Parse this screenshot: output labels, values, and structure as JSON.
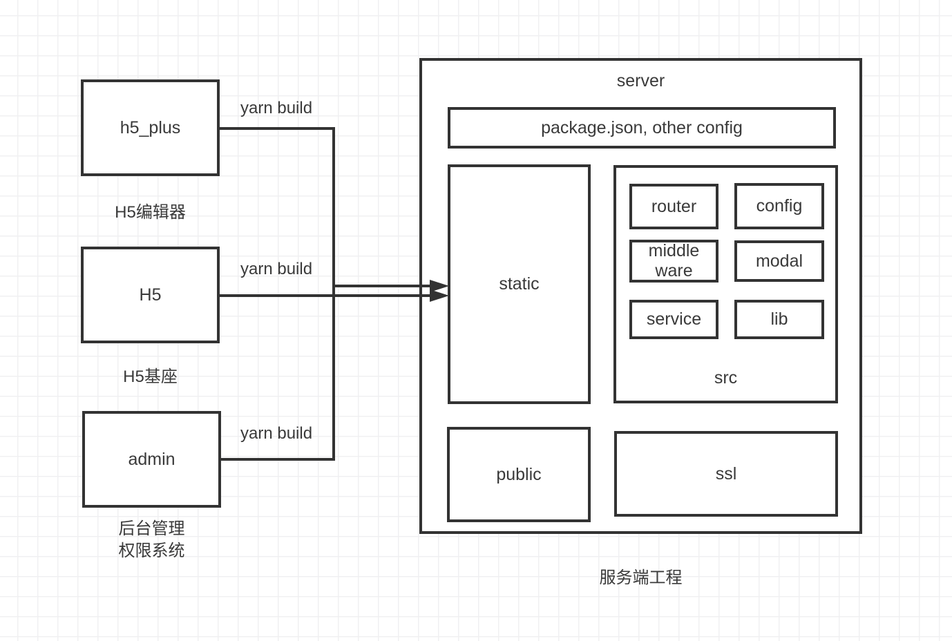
{
  "colors": {
    "background": "#ffffff",
    "grid_line": "#f0f0f2",
    "shape_border": "#333333",
    "text": "#3a3a3a"
  },
  "left_column": {
    "h5_plus": {
      "label": "h5_plus",
      "caption": "H5编辑器",
      "edge_label": "yarn build"
    },
    "h5": {
      "label": "H5",
      "caption": "H5基座",
      "edge_label": "yarn build"
    },
    "admin": {
      "label": "admin",
      "caption_line1": "后台管理",
      "caption_line2": "权限系统",
      "edge_label": "yarn build"
    }
  },
  "server": {
    "title": "server",
    "caption": "服务端工程",
    "config_file_box": "package.json, other config",
    "static_box": "static",
    "public_box": "public",
    "ssl_box": "ssl",
    "src": {
      "label": "src",
      "router": "router",
      "config": "config",
      "middleware": "middle ware",
      "modal": "modal",
      "service": "service",
      "lib": "lib"
    }
  }
}
